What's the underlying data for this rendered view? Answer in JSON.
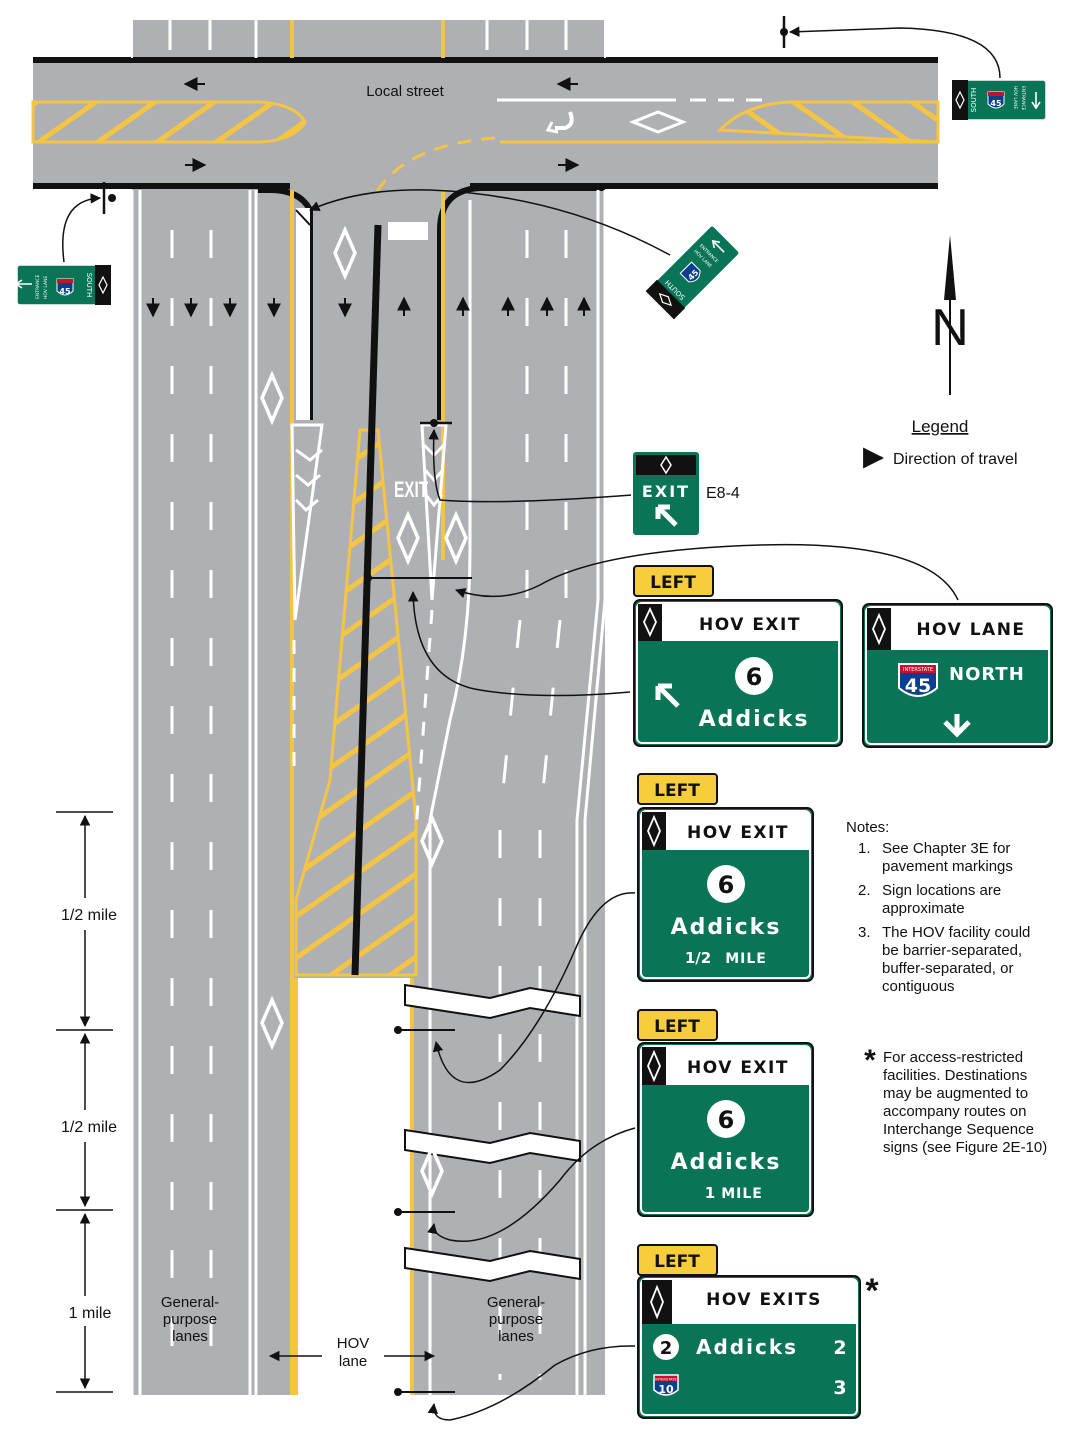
{
  "street_label": "Local street",
  "legend": {
    "title": "Legend",
    "arrow_text": "Direction of travel"
  },
  "north_label": "N",
  "sign_code": "E8-4",
  "hov_lane_sign": {
    "header": "HOV LANE",
    "route": "45",
    "shield_caption": "INTERSTATE",
    "direction": "NORTH"
  },
  "entrance_sign": {
    "direction": "SOUTH",
    "route": "45",
    "line1": "HOV LANE",
    "line2": "ENTRANCE"
  },
  "exit_sign": {
    "text": "EXIT"
  },
  "pavement_word": "EXIT",
  "tab_label": "LEFT",
  "exit_signs": [
    {
      "header": "HOV EXIT",
      "exit_number": "6",
      "destination": "Addicks",
      "distance_num": "",
      "distance_unit": ""
    },
    {
      "header": "HOV EXIT",
      "exit_number": "6",
      "destination": "Addicks",
      "distance_num": "1/2",
      "distance_unit": "MILE"
    },
    {
      "header": "HOV EXIT",
      "exit_number": "6",
      "destination": "Addicks",
      "distance_num": "1",
      "distance_unit": "MILE"
    }
  ],
  "multi_exit_sign": {
    "header": "HOV EXITS",
    "rows": [
      {
        "badge": "2",
        "label": "Addicks",
        "distance": "2"
      },
      {
        "badge": "10",
        "label": "",
        "distance": "3"
      }
    ],
    "shield_caption": "INTERSTATE"
  },
  "asterisk": "*",
  "notes": {
    "title": "Notes:",
    "items": [
      {
        "num": "1.",
        "lines": [
          "See Chapter 3E for",
          "pavement markings"
        ]
      },
      {
        "num": "2.",
        "lines": [
          "Sign locations are",
          "approximate"
        ]
      },
      {
        "num": "3.",
        "lines": [
          "The HOV facility could",
          "be barrier-separated,",
          "buffer-separated, or",
          "contiguous"
        ]
      }
    ],
    "footnote": [
      "For access-restricted",
      "facilities. Destinations",
      "may be augmented to",
      "accompany routes on",
      "Interchange Sequence",
      "signs (see Figure 2E-10)"
    ]
  },
  "distances": [
    "1/2 mile",
    "1/2 mile",
    "1 mile"
  ],
  "lane_labels": {
    "gp_left": [
      "General-",
      "purpose",
      "lanes"
    ],
    "gp_right": [
      "General-",
      "purpose",
      "lanes"
    ],
    "hov": [
      "HOV",
      "lane"
    ]
  },
  "colors": {
    "pavement": "#aeb0b3",
    "sign_green": "#0a7456",
    "yellow": "#f5c542",
    "black": "#111111",
    "tab_yellow": "#f7cd3c",
    "shield_blue": "#0a3f8f",
    "shield_red": "#c8102e"
  }
}
